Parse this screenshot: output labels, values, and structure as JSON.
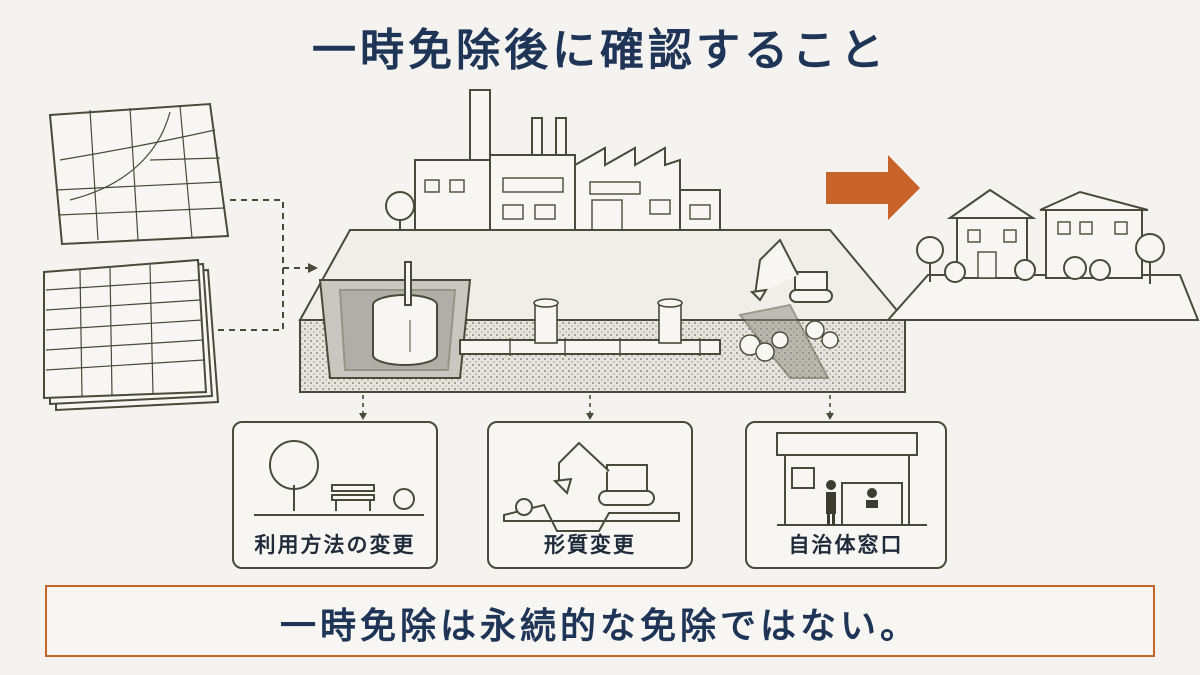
{
  "title": "一時免除後に確認すること",
  "cards": [
    {
      "label": "利用方法の変更",
      "icon": "park-icon"
    },
    {
      "label": "形質変更",
      "icon": "excavator-icon"
    },
    {
      "label": "自治体窓口",
      "icon": "municipal-office-icon"
    }
  ],
  "banner": "一時免除は永続的な免除ではない。",
  "colors": {
    "title": "#1f3557",
    "accent_arrow": "#c8642a",
    "banner_border": "#c8642a",
    "line": "#4a4a3a"
  }
}
